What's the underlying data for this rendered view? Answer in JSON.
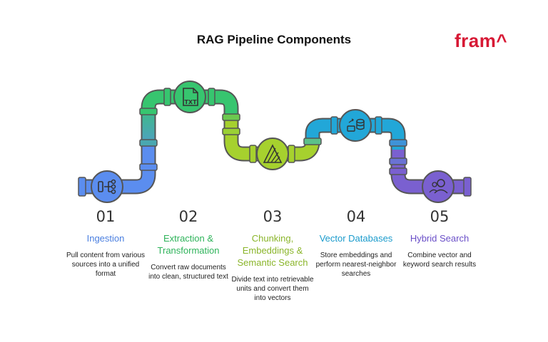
{
  "header": {
    "title": "RAG Pipeline Components",
    "logo": "fram^"
  },
  "icons": [
    "ingestion-icon",
    "txt-file-icon",
    "chunking-icon",
    "database-icon",
    "hybrid-search-icon"
  ],
  "icon_texts": {
    "txt": "TXT"
  },
  "colors": {
    "step1": "#5b8def",
    "step2": "#39c36b",
    "step3": "#a5cf2f",
    "step4": "#1fa6d6",
    "step5": "#7a60d0",
    "logo": "#d71935"
  },
  "steps": [
    {
      "number": "01",
      "label": "Ingestion",
      "description": "Pull content from various sources into a unified format",
      "color": "#4a7fe0"
    },
    {
      "number": "02",
      "label": "Extraction & Transformation",
      "description": "Convert raw documents into clean, structured text",
      "color": "#2eb35a"
    },
    {
      "number": "03",
      "label": "Chunking, Embeddings & Semantic Search",
      "description": "Divide text into retrievable units and convert them into vectors",
      "color": "#8ab52a"
    },
    {
      "number": "04",
      "label": "Vector Databases",
      "description": "Store embeddings and perform nearest-neighbor searches",
      "color": "#1a9bcc"
    },
    {
      "number": "05",
      "label": "Hybrid Search",
      "description": "Combine vector and keyword search results",
      "color": "#6a4fc8"
    }
  ]
}
